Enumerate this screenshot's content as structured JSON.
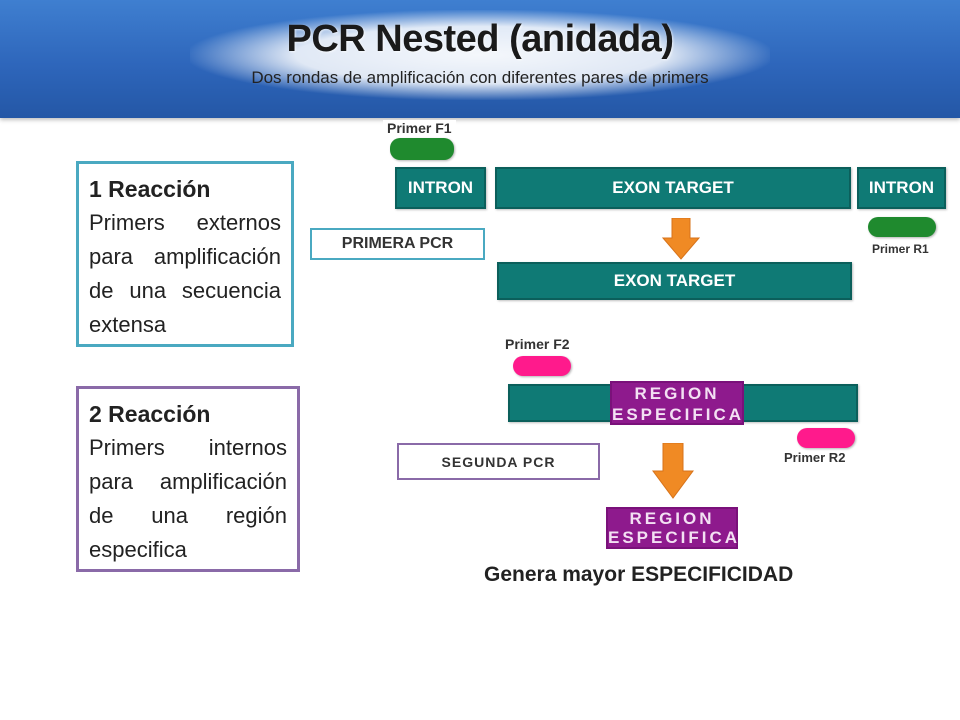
{
  "header": {
    "title": "PCR Nested (anidada)",
    "subtitle": "Dos rondas de amplificación con diferentes pares de primers"
  },
  "cards": [
    {
      "heading": "1 Reacción",
      "body": "Primers externos para amplificación de una secuencia extensa",
      "border_color": "#4aa9c1"
    },
    {
      "heading": "2 Reacción",
      "body": "Primers internos para amplificación de una región especifica",
      "border_color": "#8a6aa8"
    }
  ],
  "diagram": {
    "primer_f1": "Primer F1",
    "primer_r1": "Primer R1",
    "primer_f2": "Primer F2",
    "primer_r2": "Primer R2",
    "intron_left": "INTRON",
    "exon_target": "EXON TARGET",
    "intron_right": "INTRON",
    "exon_target_result": "EXON TARGET",
    "primera_pcr": "PRIMERA PCR",
    "segunda_pcr": "SEGUNDA PCR",
    "region_line1": "REGION",
    "region_line2": "ESPECIFICA",
    "region_result_line1": "REGION",
    "region_result_line2": "ESPECIFICA"
  },
  "footer": {
    "conclusion": "Genera mayor ESPECIFICIDAD"
  },
  "colors": {
    "header_blue": "#2e66bb",
    "teal": "#0f7a75",
    "primer_green": "#1f8a2e",
    "primer_pink": "#ff1a8c",
    "region_purple": "#8e1a8d",
    "arrow_orange": "#f08a24"
  },
  "icons": [
    "down-arrow-icon"
  ]
}
